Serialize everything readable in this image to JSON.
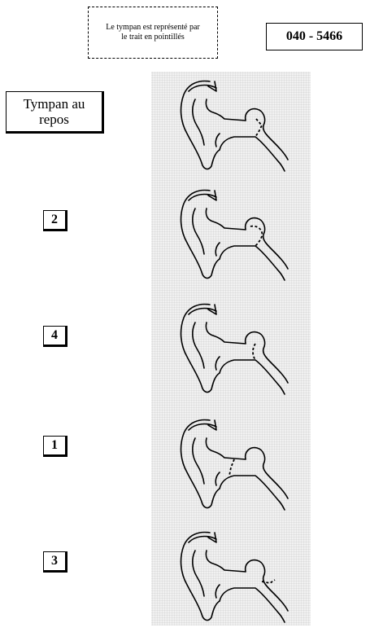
{
  "note": {
    "line1": "Le tympan est représenté par",
    "line2": "le trait en pointillés"
  },
  "code": "040 - 5466",
  "rest_label": {
    "line1": "Tympan au",
    "line2": "repos"
  },
  "options": [
    {
      "label": "2"
    },
    {
      "label": "4"
    },
    {
      "label": "1"
    },
    {
      "label": "3"
    }
  ]
}
